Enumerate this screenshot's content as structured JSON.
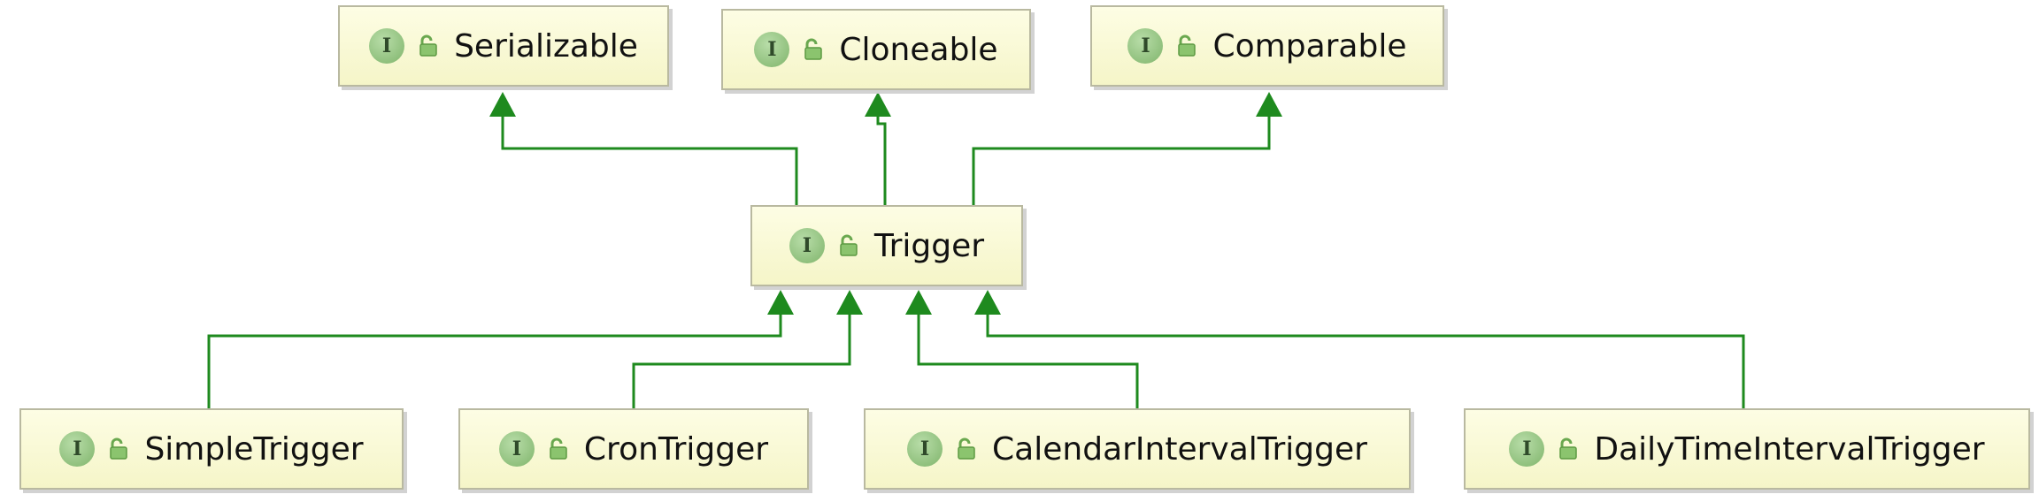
{
  "colors": {
    "edge": "#1e8a1e",
    "node_fill": "#f9f9d6",
    "node_border": "#b9b9a0",
    "interface_badge": "#8fc47a"
  },
  "icons": {
    "interface_badge_icon": "interface-badge-icon",
    "visibility_icon": "public-lock-icon"
  },
  "badge_letter": "I",
  "nodes": {
    "serializable": "Serializable",
    "cloneable": "Cloneable",
    "comparable": "Comparable",
    "trigger": "Trigger",
    "simple_trigger": "SimpleTrigger",
    "cron_trigger": "CronTrigger",
    "calendar_interval_trigger": "CalendarIntervalTrigger",
    "daily_time_interval_trigger": "DailyTimeIntervalTrigger"
  },
  "relations": [
    {
      "from": "trigger",
      "to": "serializable",
      "type": "extends"
    },
    {
      "from": "trigger",
      "to": "cloneable",
      "type": "extends"
    },
    {
      "from": "trigger",
      "to": "comparable",
      "type": "extends"
    },
    {
      "from": "simple_trigger",
      "to": "trigger",
      "type": "extends"
    },
    {
      "from": "cron_trigger",
      "to": "trigger",
      "type": "extends"
    },
    {
      "from": "calendar_interval_trigger",
      "to": "trigger",
      "type": "extends"
    },
    {
      "from": "daily_time_interval_trigger",
      "to": "trigger",
      "type": "extends"
    }
  ]
}
